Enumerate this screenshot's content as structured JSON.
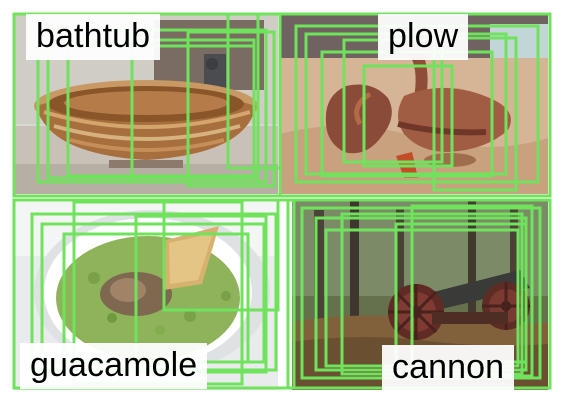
{
  "labels": {
    "top_left": "bathtub",
    "top_right": "plow",
    "bottom_left": "guacamole",
    "bottom_right": "cannon"
  },
  "colors": {
    "box": "#6fe35b",
    "label_bg": "#ffffff",
    "label_text": "#000000"
  }
}
